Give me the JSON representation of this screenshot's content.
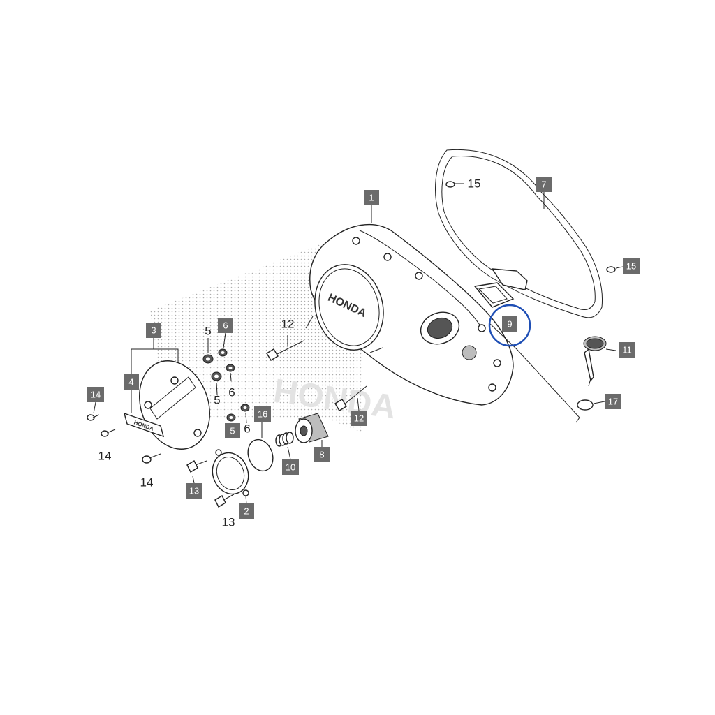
{
  "labels": {
    "box": [
      {
        "id": "1",
        "text": "1"
      },
      {
        "id": "2",
        "text": "2"
      },
      {
        "id": "3",
        "text": "3"
      },
      {
        "id": "4",
        "text": "4"
      },
      {
        "id": "5",
        "text": "5"
      },
      {
        "id": "6",
        "text": "6"
      },
      {
        "id": "7",
        "text": "7"
      },
      {
        "id": "8",
        "text": "8"
      },
      {
        "id": "9",
        "text": "9"
      },
      {
        "id": "10",
        "text": "10"
      },
      {
        "id": "11",
        "text": "11"
      },
      {
        "id": "12",
        "text": "12"
      },
      {
        "id": "13",
        "text": "13"
      },
      {
        "id": "14",
        "text": "14"
      },
      {
        "id": "15",
        "text": "15"
      },
      {
        "id": "16",
        "text": "16"
      },
      {
        "id": "17",
        "text": "17"
      }
    ],
    "plain": [
      {
        "id": "5a",
        "text": "5"
      },
      {
        "id": "5b",
        "text": "5"
      },
      {
        "id": "6a",
        "text": "6"
      },
      {
        "id": "6b",
        "text": "6"
      },
      {
        "id": "12",
        "text": "12"
      },
      {
        "id": "13",
        "text": "13"
      },
      {
        "id": "14a",
        "text": "14"
      },
      {
        "id": "14b",
        "text": "14"
      },
      {
        "id": "15",
        "text": "15"
      }
    ]
  },
  "logos": {
    "cover_emblem": "HONDA",
    "badge": "HONDA",
    "watermark": "HONDA"
  },
  "colors": {
    "label_box": "#6b6b6b",
    "line": "#222222",
    "highlight_circle": "#1f4fb5",
    "background": "#ffffff"
  }
}
